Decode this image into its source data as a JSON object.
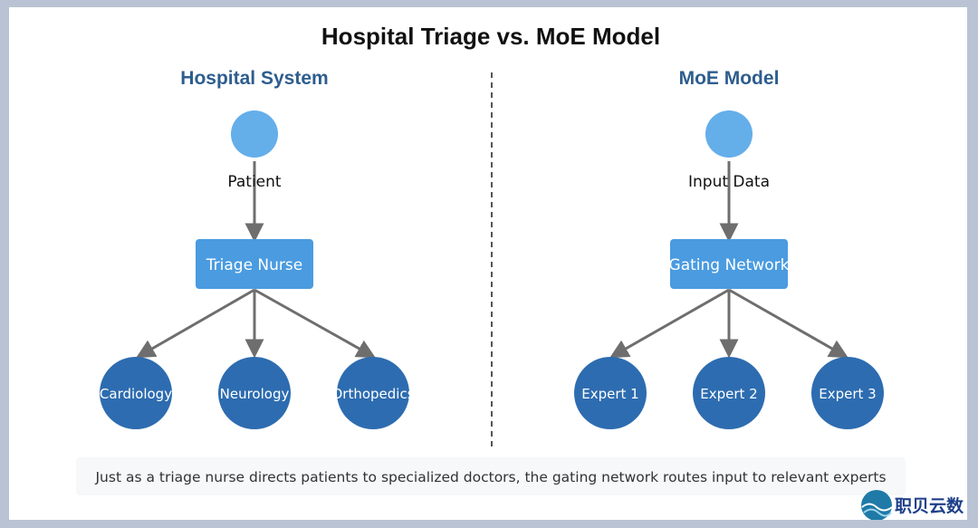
{
  "title": "Hospital Triage vs. MoE Model",
  "hospital": {
    "heading": "Hospital System",
    "source_label": "Patient",
    "router_label": "Triage Nurse",
    "leaves": [
      "Cardiology",
      "Neurology",
      "Orthopedics"
    ]
  },
  "moe": {
    "heading": "MoE Model",
    "source_label": "Input Data",
    "router_label": "Gating Network",
    "leaves": [
      "Expert 1",
      "Expert 2",
      "Expert 3"
    ]
  },
  "caption": "Just as a triage nurse directs patients to specialized doctors, the gating network routes input to relevant experts",
  "watermark": "职贝云数",
  "colors": {
    "source_circle": "#64aeea",
    "router_box": "#4a9be0",
    "leaf_circle": "#2d6cb0",
    "arrow": "#6e6e6e",
    "heading": "#2e5d8e"
  }
}
